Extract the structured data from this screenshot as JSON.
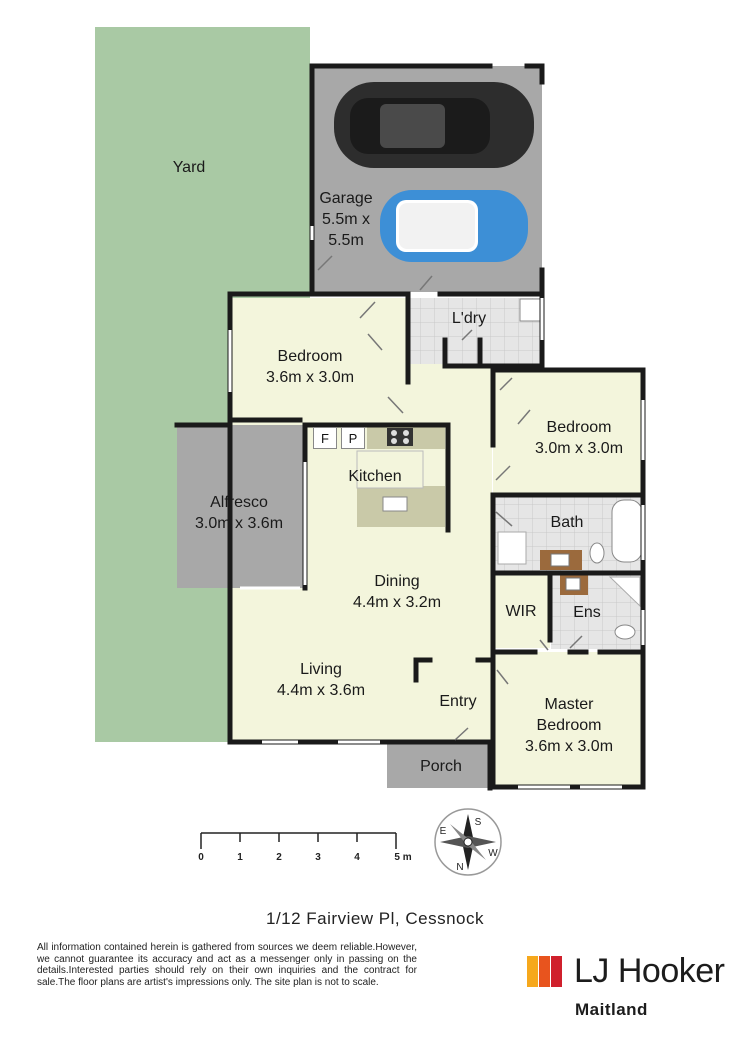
{
  "rooms": {
    "yard": {
      "name": "Yard"
    },
    "garage": {
      "name": "Garage",
      "dims_line1": "5.5m x",
      "dims_line2": "5.5m"
    },
    "laundry": {
      "name": "L'dry"
    },
    "bedroom1": {
      "name": "Bedroom",
      "dims": "3.6m x 3.0m"
    },
    "bedroom2": {
      "name": "Bedroom",
      "dims": "3.0m x 3.0m"
    },
    "alfresco": {
      "name": "Alfresco",
      "dims": "3.0m x 3.6m"
    },
    "kitchen": {
      "name": "Kitchen",
      "fridge": "F",
      "pantry": "P"
    },
    "bath": {
      "name": "Bath"
    },
    "dining": {
      "name": "Dining",
      "dims": "4.4m x 3.2m"
    },
    "wir": {
      "name": "WIR"
    },
    "ensuite": {
      "name": "Ens"
    },
    "living": {
      "name": "Living",
      "dims": "4.4m x 3.6m"
    },
    "entry": {
      "name": "Entry"
    },
    "master": {
      "name_line1": "Master",
      "name_line2": "Bedroom",
      "dims": "3.6m x 3.0m"
    },
    "porch": {
      "name": "Porch"
    }
  },
  "scale_bar": {
    "ticks": [
      "0",
      "1",
      "2",
      "3",
      "4",
      "5 m"
    ]
  },
  "compass": {
    "letters": [
      "S",
      "W",
      "N",
      "E"
    ]
  },
  "address": "1/12 Fairview Pl, Cessnock",
  "disclaimer": "All information contained herein is gathered from sources we deem reliable.However, we cannot guarantee its accuracy and act as a messenger only in passing on the details.Interested parties should rely on their own inquiries and the contract for sale.The floor plans are artist's impressions only. The site plan is not to scale.",
  "brand": {
    "name": "LJ Hooker",
    "branch": "Maitland",
    "colors": [
      "#f6a81c",
      "#e8541e",
      "#d0202c"
    ]
  },
  "colors": {
    "yard": "#a9c9a4",
    "garage": "#a8a8a8",
    "floor": "#f3f5dc",
    "tile": "#e4e4e4",
    "wall": "#1a1a1a",
    "car_dark": "#2d2d2d",
    "car_blue": "#3d8fd6"
  }
}
